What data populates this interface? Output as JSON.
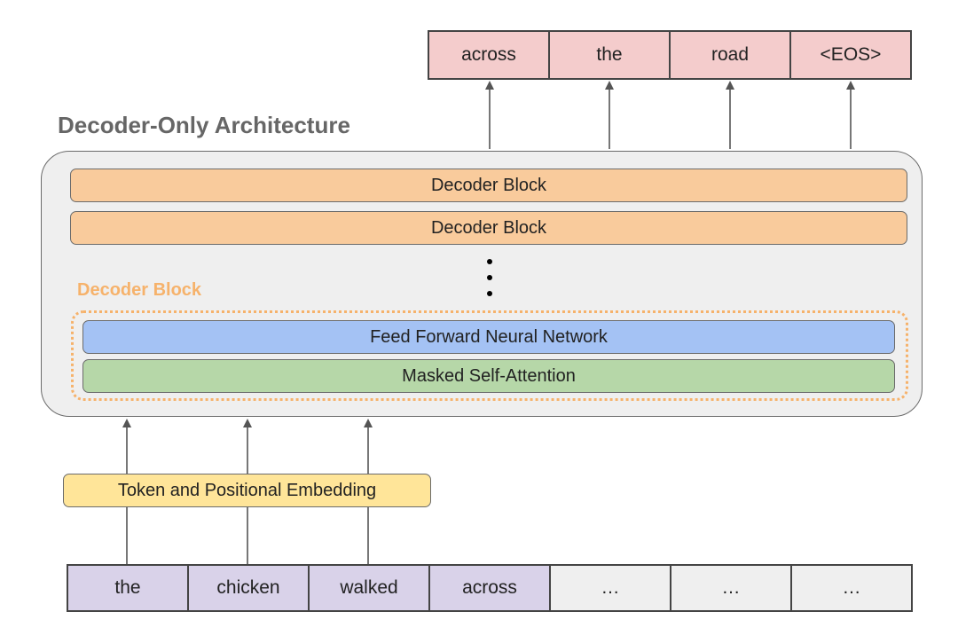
{
  "diagram_title": "Decoder-Only Architecture",
  "output_tokens": [
    "across",
    "the",
    "road",
    "<EOS>"
  ],
  "stack": {
    "blocks": [
      "Decoder Block",
      "Decoder Block"
    ],
    "ellipsis": "⋮"
  },
  "detail": {
    "label": "Decoder Block",
    "ffn": "Feed Forward Neural Network",
    "attention": "Masked Self-Attention"
  },
  "embedding": "Token and Positional Embedding",
  "input_tokens": [
    "the",
    "chicken",
    "walked",
    "across",
    "…",
    "…",
    "…"
  ],
  "colors": {
    "output": "#f4cccc",
    "input_active": "#d9d2e9",
    "input_empty": "#efefef",
    "decoder_block": "#f9cb9c",
    "ffn": "#a4c2f4",
    "attention": "#b6d7a8",
    "embedding": "#ffe599",
    "detail_label": "#f6b26b",
    "container": "#efefef"
  }
}
